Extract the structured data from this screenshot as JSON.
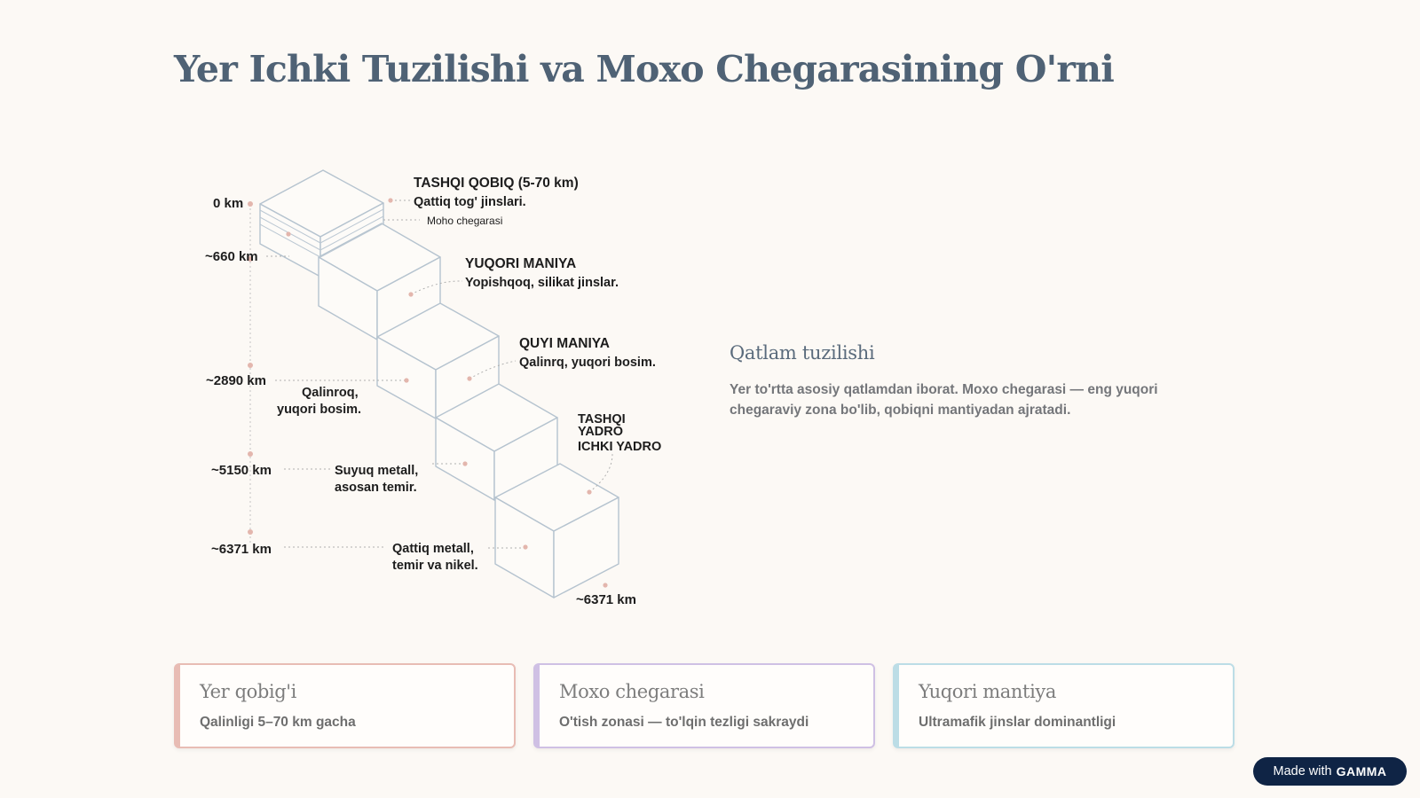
{
  "title": "Yer Ichki Tuzilishi va Moxo Chegarasining O'rni",
  "diagram": {
    "depths": [
      "0 km",
      "~660 km",
      "~2890 km",
      "~5150 km",
      "~6371 km"
    ],
    "bottom_depth": "~6371 km",
    "layers": {
      "crust": {
        "title": "TASHQI QOBIQ (5-70 km)",
        "desc": "Qattiq tog' jinslari."
      },
      "moho": "Moho chegarasi",
      "upper": {
        "title": "YUQORI MANIYA",
        "desc": "Yopishqoq, silikat jinslar."
      },
      "lower": {
        "title": "QUYI MANIYA",
        "desc": "Qalinrq, yuqori bosim."
      },
      "lower_left": [
        "Qalinroq,",
        "yuqori bosim."
      ],
      "core": {
        "line1": "TASHQI",
        "line2": "YADRO",
        "line3": "ICHKI YADRO"
      },
      "outer_left": [
        "Suyuq metall,",
        "asosan temir."
      ],
      "inner_left": [
        "Qattiq metall,",
        "temir va nikel."
      ]
    }
  },
  "side": {
    "heading": "Qatlam tuzilishi",
    "text": "Yer to'rtta asosiy qatlamdan iborat. Moxo chegarasi — eng yuqori chegaraviy zona bo'lib, qobiqni mantiyadan ajratadi."
  },
  "cards": [
    {
      "title": "Yer qobig'i",
      "desc": "Qalinligi 5–70 km gacha",
      "color": "#e8bcb4"
    },
    {
      "title": "Moxo chegarasi",
      "desc": "O'tish zonasi — to'lqin tezligi sakraydi",
      "color": "#cfc0e4"
    },
    {
      "title": "Yuqori mantiya",
      "desc": "Ultramafik jinslar dominantligi",
      "color": "#bcdde6"
    }
  ],
  "badge": {
    "prefix": "Made with",
    "brand": "GAMMA"
  }
}
